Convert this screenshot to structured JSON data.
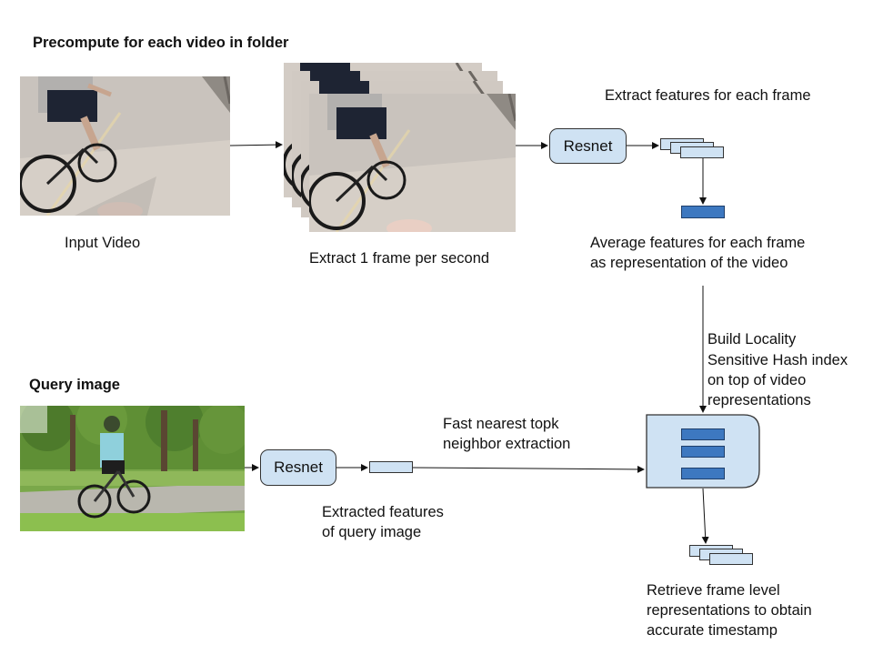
{
  "top": {
    "heading": "Precompute for each video in folder",
    "input_label": "Input Video",
    "frames_label": "Extract 1 frame per second",
    "resnet_label": "Resnet",
    "extract_label": "Extract features for each frame",
    "average_label_1": "Average features for each frame",
    "average_label_2": "as representation of the video"
  },
  "index": {
    "build_line_1": "Build Locality",
    "build_line_2": "Sensitive Hash index",
    "build_line_3": "on top of video",
    "build_line_4": "representations"
  },
  "bottom": {
    "heading": "Query image",
    "resnet_label": "Resnet",
    "features_line_1": "Extracted features",
    "features_line_2": "of query image",
    "neighbor_line_1": "Fast nearest topk",
    "neighbor_line_2": "neighbor extraction",
    "retrieve_line_1": "Retrieve frame level",
    "retrieve_line_2": "representations to obtain",
    "retrieve_line_3": "accurate timestamp"
  }
}
